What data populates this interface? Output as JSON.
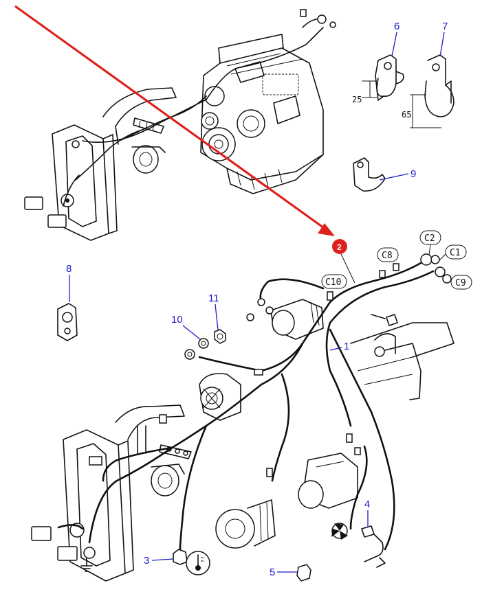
{
  "colors": {
    "callout_numbers": "#1b1bcc",
    "arrow": "#e0201c",
    "marker": "#e0201c",
    "line_art": "#111111"
  },
  "part_labels": {
    "p1": "1",
    "p3": "3",
    "p4": "4",
    "p5": "5",
    "p6": "6",
    "p7": "7",
    "p8": "8",
    "p9": "9",
    "p10": "10",
    "p11": "11"
  },
  "marker_label": "2",
  "connectors": {
    "c1": "C1",
    "c2": "C2",
    "c8": "C8",
    "c9": "C9",
    "c10": "C10"
  },
  "dimensions": {
    "bracket_6": "25",
    "bracket_7": "65"
  },
  "icons": [
    "pointer-arrow",
    "temperature-icon",
    "ground-icon",
    "fan-icon"
  ]
}
